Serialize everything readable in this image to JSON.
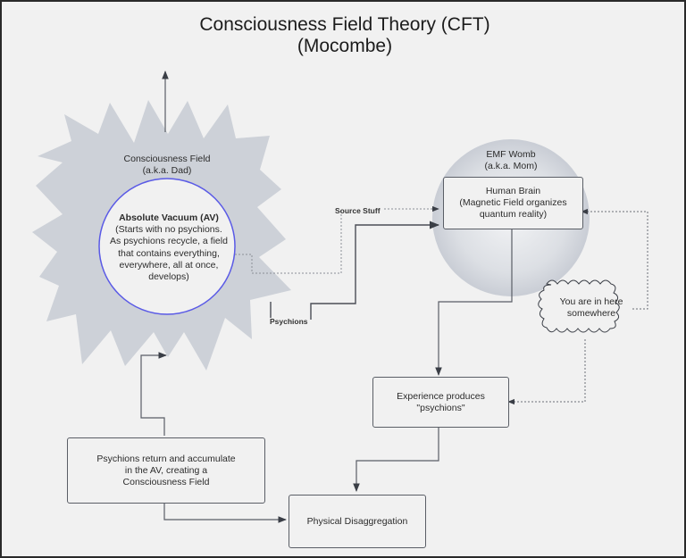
{
  "title": {
    "line1": "Consciousness Field Theory (CFT)",
    "line2": "(Mocombe)"
  },
  "nodes": {
    "consciousness_field": {
      "label_line1": "Consciousness Field",
      "label_line2": "(a.k.a. Dad)",
      "shape": "star-burst",
      "fill": "#cdd1d8"
    },
    "absolute_vacuum": {
      "heading": "Absolute Vacuum (AV)",
      "lines": [
        "(Starts with no psychions.",
        "As psychions recycle, a field",
        "that contains everything,",
        "everywhere, all at once,",
        "develops)"
      ],
      "shape": "circle",
      "stroke": "#5a5ae6",
      "fill": "#f1f1f1"
    },
    "emf_womb": {
      "label_line1": "EMF Womb",
      "label_line2": "(a.k.a. Mom)",
      "shape": "circle-gradient",
      "fill": "#cfd3da"
    },
    "human_brain": {
      "lines": [
        "Human Brain",
        "(Magnetic Field organizes",
        "quantum reality)"
      ]
    },
    "you_are_here": {
      "lines": [
        "You are in here",
        "somewhere"
      ],
      "shape": "wavy-burst"
    },
    "experience": {
      "lines": [
        "Experience produces",
        "\"psychions\""
      ]
    },
    "psychions_return": {
      "lines": [
        "Psychions return and accumulate",
        "in the AV, creating a",
        "Consciousness Field"
      ]
    },
    "physical_disaggregation": {
      "lines": [
        "Physical Disaggregation"
      ]
    }
  },
  "edges": {
    "source_stuff": {
      "label": "Source Stuff",
      "style": "dotted",
      "from": "absolute_vacuum",
      "to": "human_brain"
    },
    "psychions": {
      "label": "Psychions",
      "style": "solid",
      "from": "consciousness_field",
      "to": "human_brain"
    },
    "brain_to_experience": {
      "label": "",
      "style": "solid"
    },
    "you_to_brain": {
      "label": "",
      "style": "dotted"
    },
    "you_to_experience": {
      "label": "",
      "style": "dotted"
    },
    "experience_to_disaggregation": {
      "label": "",
      "style": "solid"
    },
    "return_to_disaggregation": {
      "label": "",
      "style": "solid"
    },
    "return_to_field": {
      "label": "",
      "style": "solid"
    },
    "field_up": {
      "label": "",
      "style": "solid"
    }
  },
  "colors": {
    "background": "#f1f1f1",
    "line": "#5a5e66",
    "arrow": "#3a3e46"
  }
}
